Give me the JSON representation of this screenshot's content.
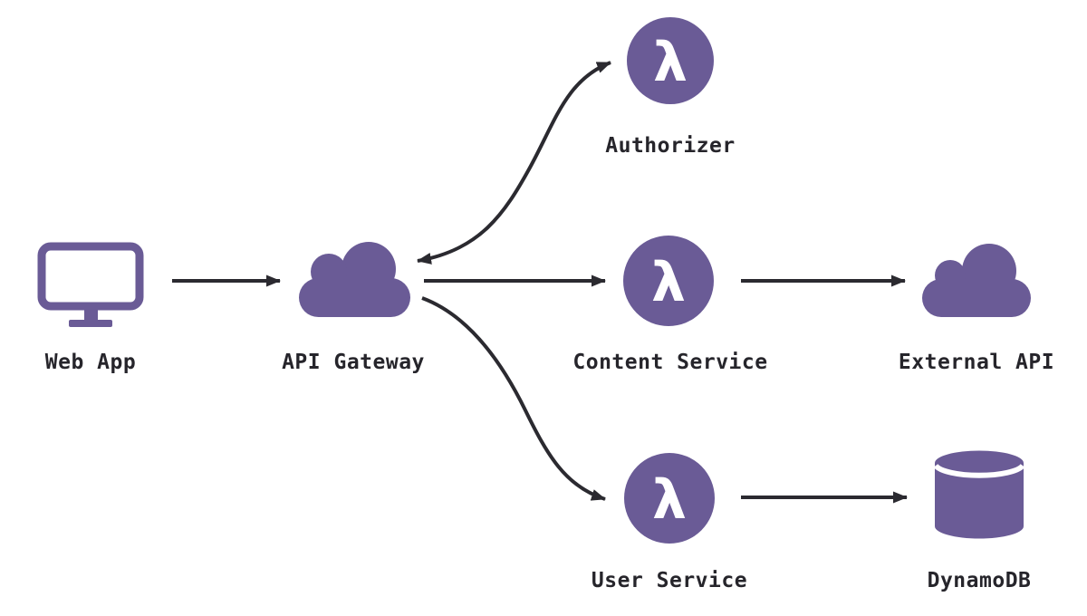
{
  "diagram": {
    "lambda_glyph": "λ",
    "nodes": [
      {
        "id": "web-app",
        "label": "Web App",
        "icon": "monitor-icon"
      },
      {
        "id": "api-gateway",
        "label": "API Gateway",
        "icon": "cloud-icon"
      },
      {
        "id": "authorizer",
        "label": "Authorizer",
        "icon": "lambda-circle-icon"
      },
      {
        "id": "content-service",
        "label": "Content Service",
        "icon": "lambda-circle-icon"
      },
      {
        "id": "external-api",
        "label": "External API",
        "icon": "cloud-icon"
      },
      {
        "id": "user-service",
        "label": "User Service",
        "icon": "lambda-circle-icon"
      },
      {
        "id": "dynamodb",
        "label": "DynamoDB",
        "icon": "database-cylinder-icon"
      }
    ],
    "edges": [
      {
        "from": "web-app",
        "to": "api-gateway",
        "style": "straight",
        "direction": "one-way"
      },
      {
        "from": "api-gateway",
        "to": "authorizer",
        "style": "s-curve",
        "direction": "two-way"
      },
      {
        "from": "api-gateway",
        "to": "content-service",
        "style": "straight",
        "direction": "one-way"
      },
      {
        "from": "content-service",
        "to": "external-api",
        "style": "straight",
        "direction": "one-way"
      },
      {
        "from": "api-gateway",
        "to": "user-service",
        "style": "s-curve",
        "direction": "one-way"
      },
      {
        "from": "user-service",
        "to": "dynamodb",
        "style": "straight",
        "direction": "one-way"
      }
    ],
    "colors": {
      "node_purple": "#6A5B96",
      "arrow": "#2b2a30",
      "label": "#26252b",
      "background": "#ffffff"
    }
  }
}
